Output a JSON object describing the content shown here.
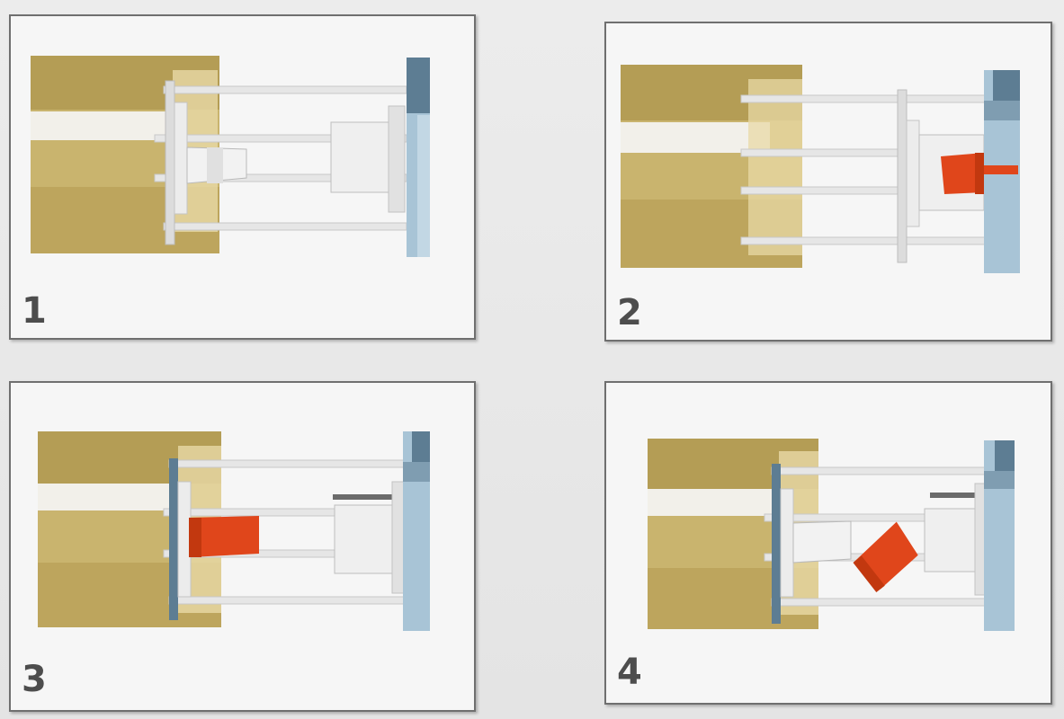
{
  "diagram": {
    "panels": [
      {
        "step": "1",
        "molded_part": "none"
      },
      {
        "step": "2",
        "molded_part": "injected"
      },
      {
        "step": "3",
        "molded_part": "on-core"
      },
      {
        "step": "4",
        "molded_part": "ejected"
      }
    ]
  },
  "colors": {
    "platen": "#c9b46e",
    "platen_dark": "#a99244",
    "frame": "#e3e3e3",
    "fixed_platen": "#a8c4d6",
    "fixed_platen_dark": "#5d7d93",
    "molded_part": "#e0461b",
    "label": "#4d4d4d"
  }
}
